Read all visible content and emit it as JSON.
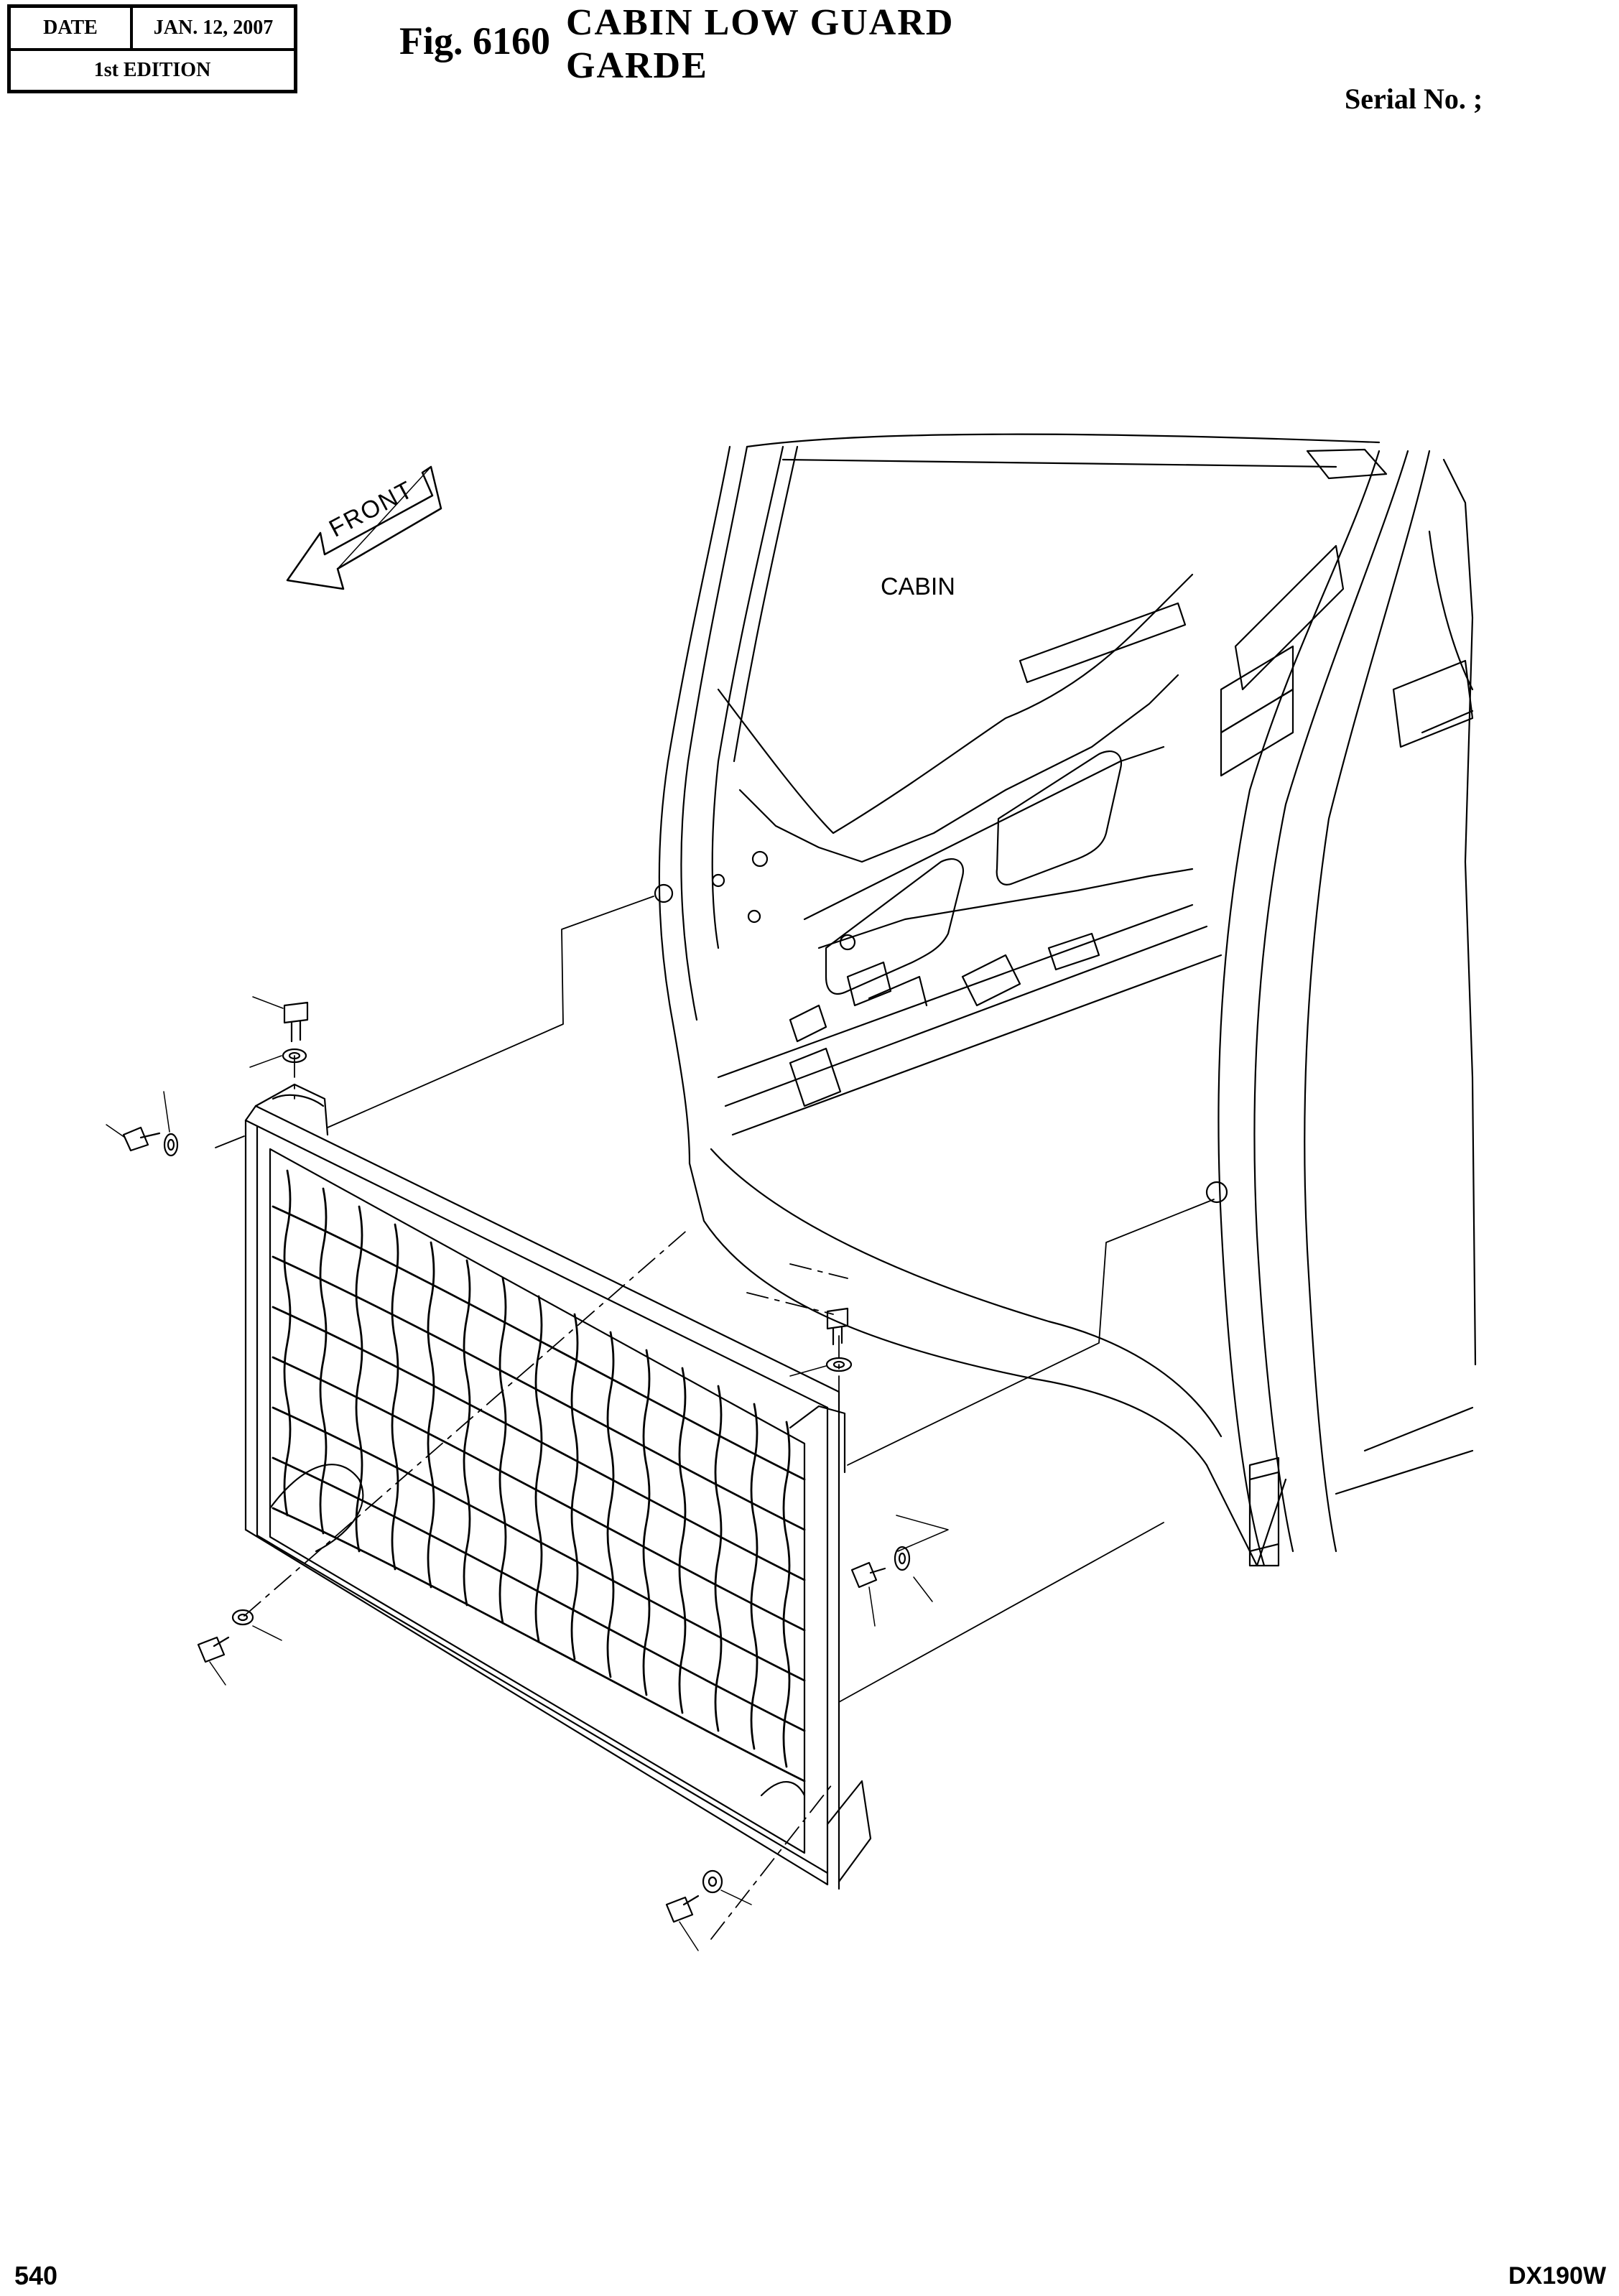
{
  "header": {
    "date_label": "DATE",
    "date_value": "JAN. 12, 2007",
    "edition": "1st EDITION",
    "figure_number": "Fig. 6160",
    "title_line1": "CABIN LOW GUARD",
    "title_line2": "GARDE",
    "serial": "Serial No. ;"
  },
  "drawing": {
    "cabin_label": "CABIN",
    "front_arrow_label": "FRONT"
  },
  "footer": {
    "page_number": "540",
    "model": "DX190W"
  }
}
